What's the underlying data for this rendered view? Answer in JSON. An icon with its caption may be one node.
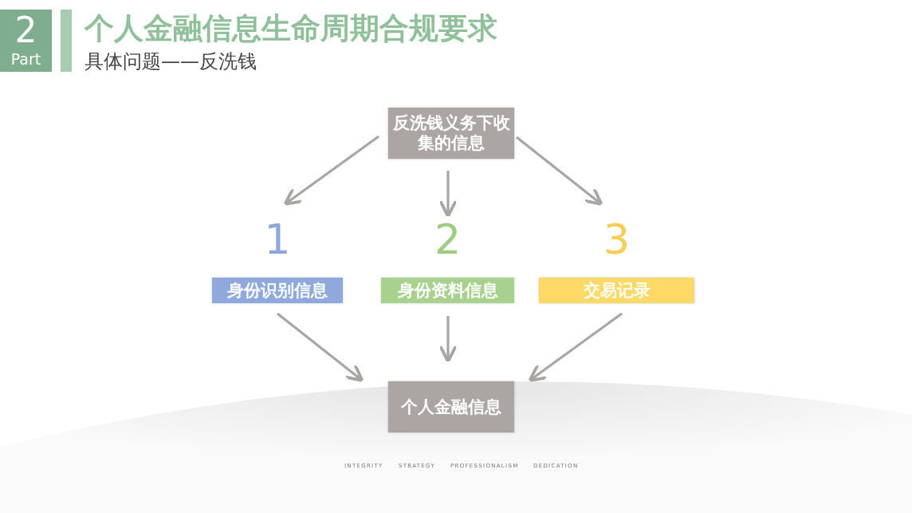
{
  "diagram": {
    "title": "个人金融信息生命周期合规要求",
    "nodes": [
      {
        "text": [
          "反洗钱义务下收集的信息"
        ]
      },
      {
        "text": [
          "身份识别信息"
        ],
        "beside": [
          "1"
        ]
      },
      {
        "text": [
          "身份资料信息"
        ],
        "beside": [
          "2"
        ]
      },
      {
        "text": [
          "交易记录"
        ],
        "beside": [
          "3"
        ]
      },
      {
        "text": [
          "个人金融信息"
        ]
      }
    ],
    "edges": [
      {
        "from": 0,
        "to": 1,
        "arrow": "to"
      },
      {
        "from": 0,
        "to": 2,
        "arrow": "to"
      },
      {
        "from": 0,
        "to": 3,
        "arrow": "to"
      },
      {
        "from": 1,
        "to": 4,
        "arrow": "to"
      },
      {
        "from": 2,
        "to": 4,
        "arrow": "to"
      },
      {
        "from": 3,
        "to": 4,
        "arrow": "to"
      }
    ],
    "labels": [
      "2",
      "Part",
      "具体问题——反洗钱",
      "INTEGRITY",
      "STRATEGY",
      "PROFESSIONALISM",
      "DEDICATION"
    ]
  }
}
